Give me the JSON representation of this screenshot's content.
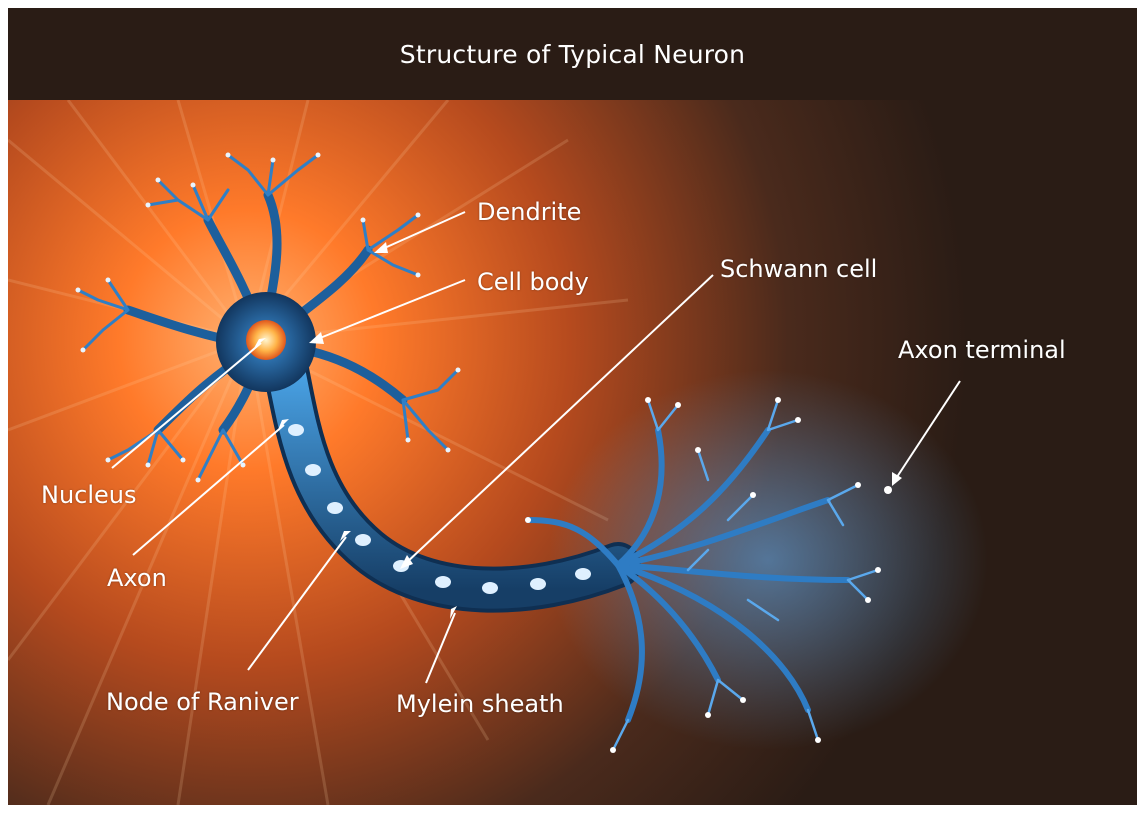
{
  "title": "Structure of Typical Neuron",
  "labels": {
    "dendrite": "Dendrite",
    "cell_body": "Cell body",
    "schwann_cell": "Schwann cell",
    "axon_terminal": "Axon terminal",
    "nucleus": "Nucleus",
    "axon": "Axon",
    "node_of_ranvier": "Node of Raniver",
    "myelin_sheath": "Mylein sheath"
  },
  "colors": {
    "title_bar": "#2a1c15",
    "glow": "#ff6a1c",
    "background_dark": "#2a1c15",
    "neuron_blue": "#1f6fb5",
    "label_text": "#ffffff"
  }
}
